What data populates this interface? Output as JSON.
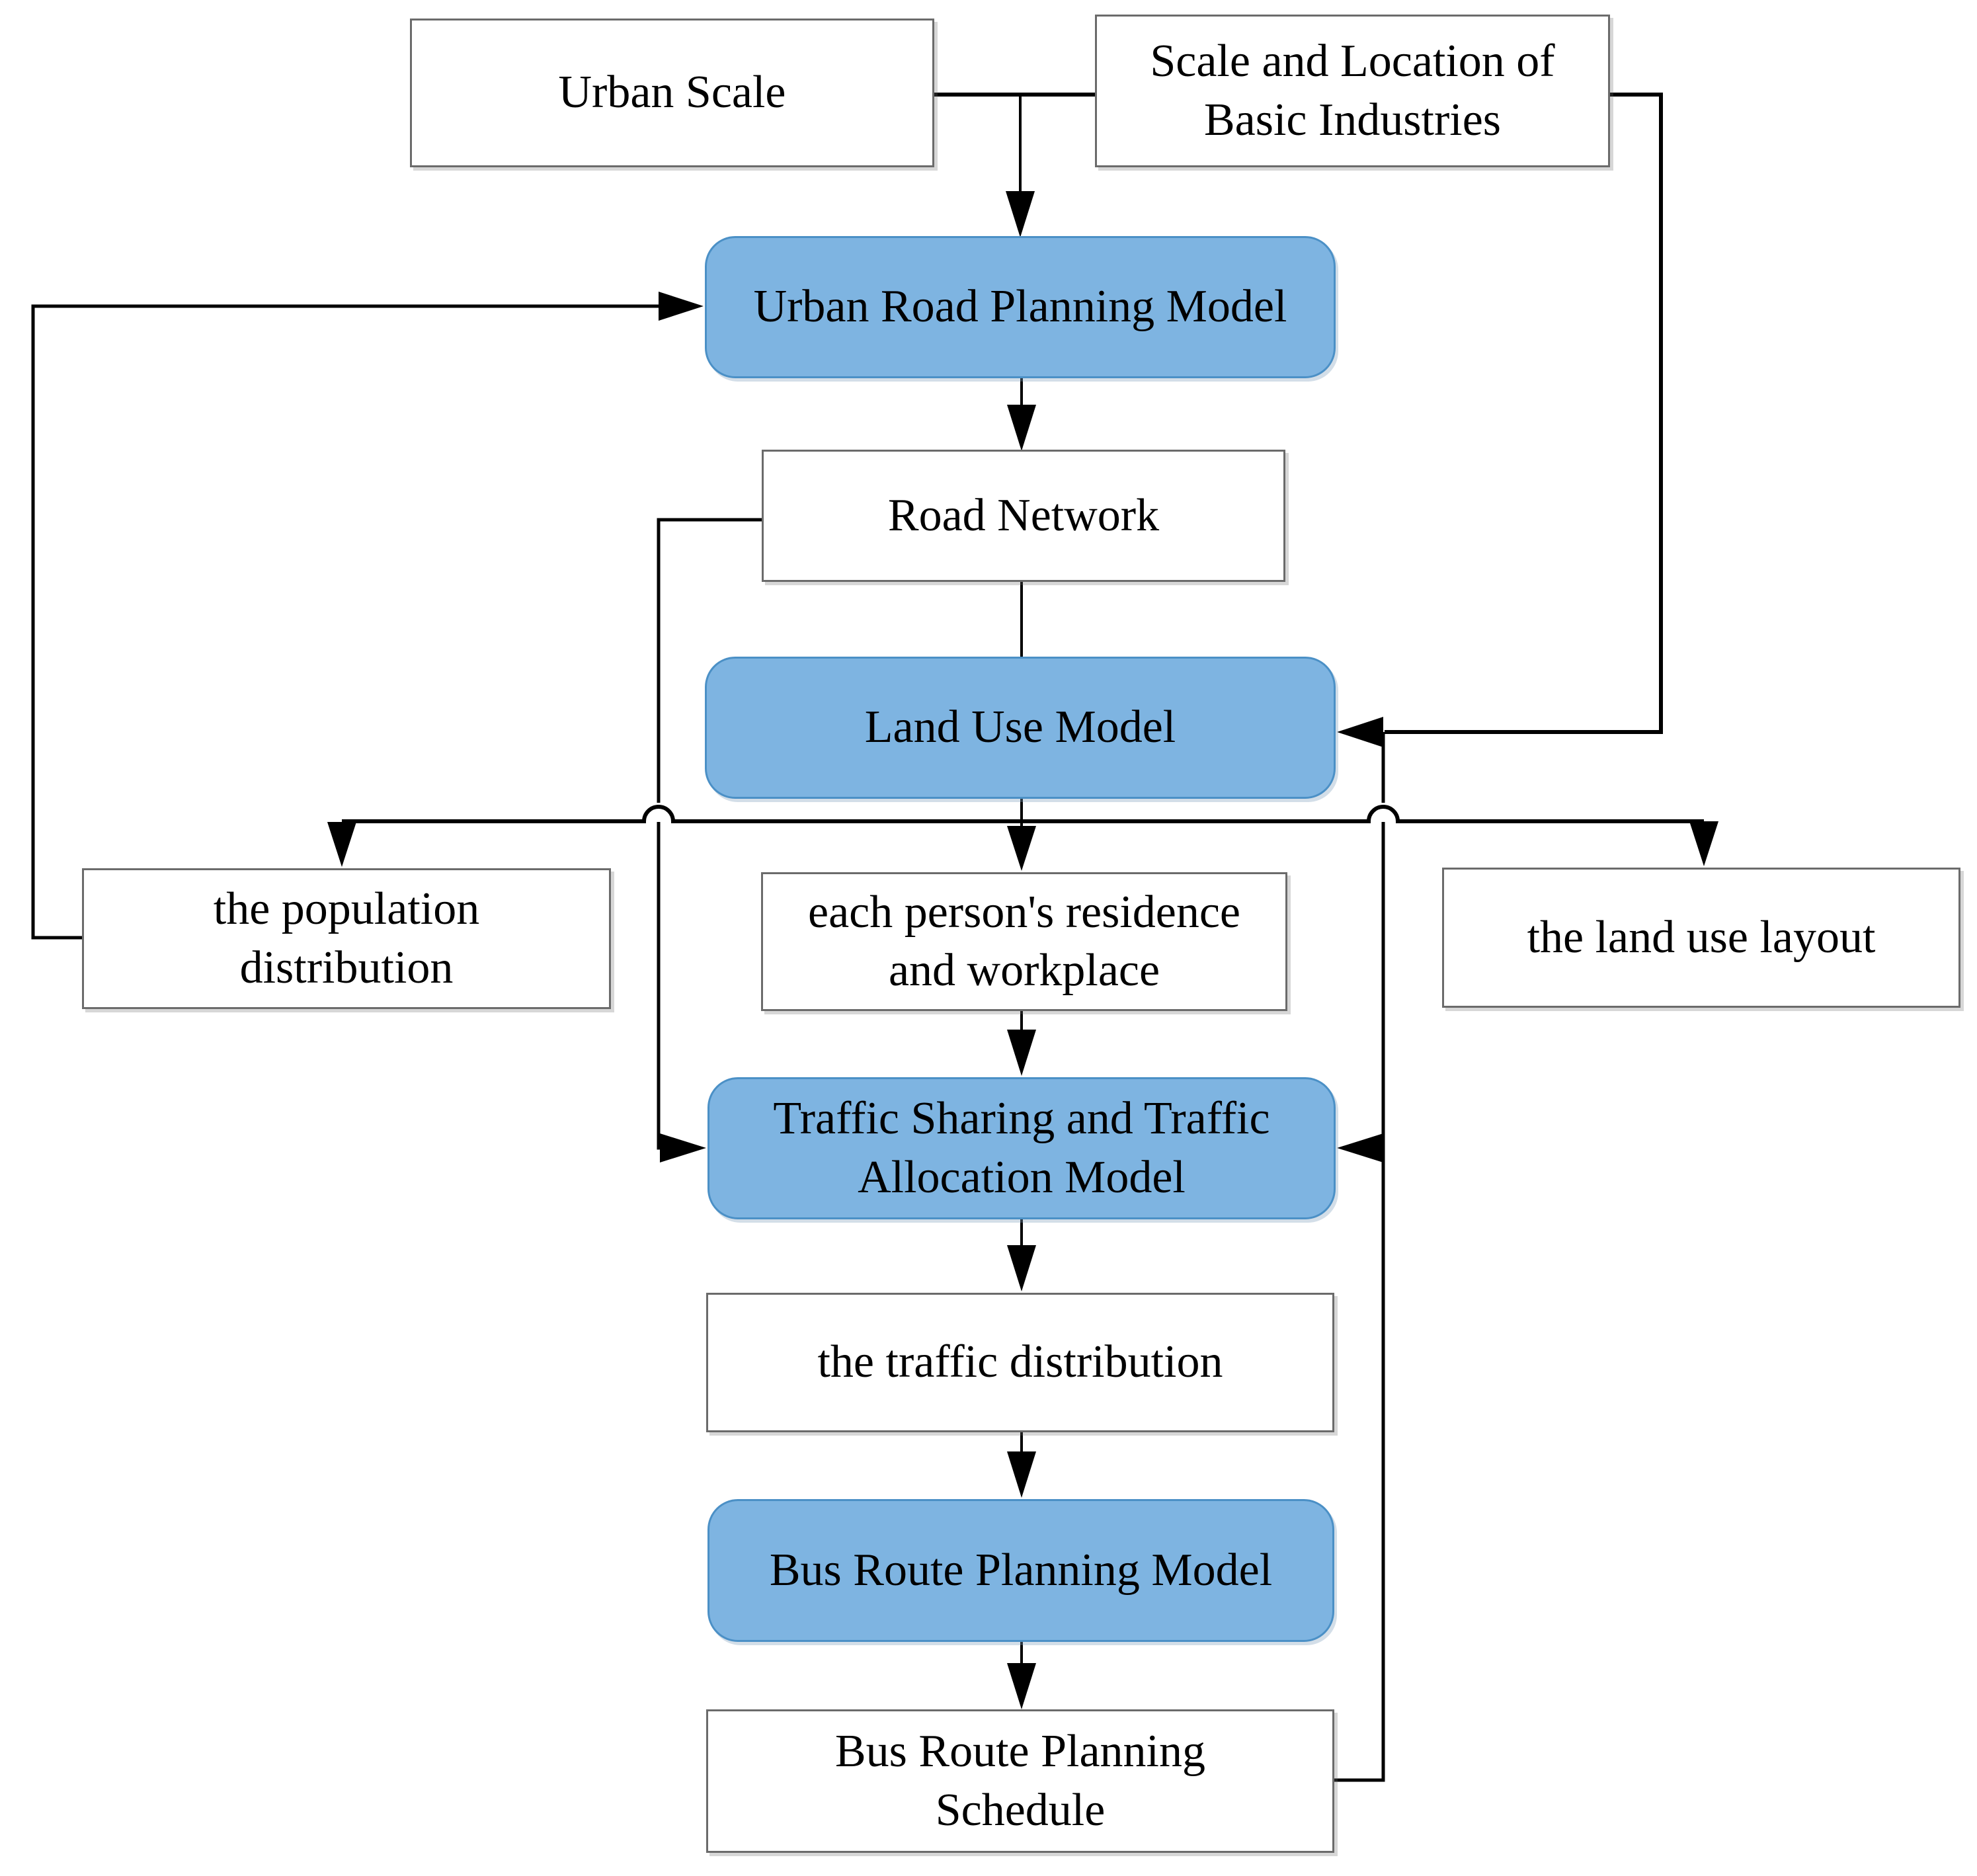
{
  "figure": {
    "type": "flowchart",
    "background": "#FFFFFF",
    "colors": {
      "model_fill": "#7EB4E1",
      "model_border": "#4B90C6",
      "data_box_fill": "#FFFFFF",
      "data_box_border": "#6B6B6B",
      "connector": "#000000",
      "text": "#000000"
    },
    "nodes": [
      {
        "id": "urban-scale",
        "kind": "data",
        "label": "Urban Scale"
      },
      {
        "id": "scale-and-location",
        "kind": "data",
        "label": "Scale and Location of\nBasic Industries"
      },
      {
        "id": "urban-road-model",
        "kind": "model",
        "label": "Urban Road Planning Model"
      },
      {
        "id": "road-network",
        "kind": "data",
        "label": "Road Network"
      },
      {
        "id": "land-use-model",
        "kind": "model",
        "label": "Land Use Model"
      },
      {
        "id": "population",
        "kind": "data",
        "label": "the population\ndistribution"
      },
      {
        "id": "residence",
        "kind": "data",
        "label": "each person's residence\nand workplace"
      },
      {
        "id": "land-use-layout",
        "kind": "data",
        "label": "the land use layout"
      },
      {
        "id": "traffic-model",
        "kind": "model",
        "label": "Traffic Sharing and Traffic\nAllocation Model"
      },
      {
        "id": "traffic-dist",
        "kind": "data",
        "label": "the traffic distribution"
      },
      {
        "id": "bus-route-model",
        "kind": "model",
        "label": "Bus Route Planning Model"
      },
      {
        "id": "bus-route-schedule",
        "kind": "data",
        "label": "Bus Route Planning\nSchedule"
      }
    ],
    "edges": [
      {
        "from": "urban-scale",
        "to": "urban-road-model",
        "arrowhead": true
      },
      {
        "from": "scale-and-location",
        "to": "urban-road-model",
        "arrowhead": true
      },
      {
        "from": "scale-and-location",
        "to": "land-use-model",
        "arrowhead": true
      },
      {
        "from": "urban-road-model",
        "to": "road-network",
        "arrowhead": true
      },
      {
        "from": "road-network",
        "to": "land-use-model",
        "arrowhead": false
      },
      {
        "from": "road-network",
        "to": "traffic-model",
        "arrowhead": true
      },
      {
        "from": "land-use-model",
        "to": "population",
        "arrowhead": true
      },
      {
        "from": "land-use-model",
        "to": "residence",
        "arrowhead": true
      },
      {
        "from": "land-use-model",
        "to": "land-use-layout",
        "arrowhead": true
      },
      {
        "from": "population",
        "to": "urban-road-model",
        "arrowhead": true
      },
      {
        "from": "residence",
        "to": "traffic-model",
        "arrowhead": true
      },
      {
        "from": "traffic-model",
        "to": "traffic-dist",
        "arrowhead": true
      },
      {
        "from": "traffic-dist",
        "to": "bus-route-model",
        "arrowhead": true
      },
      {
        "from": "bus-route-model",
        "to": "bus-route-schedule",
        "arrowhead": true
      },
      {
        "from": "bus-route-schedule",
        "to": "land-use-model",
        "arrowhead": true
      },
      {
        "from": "bus-route-schedule",
        "to": "traffic-model",
        "arrowhead": true
      }
    ]
  }
}
